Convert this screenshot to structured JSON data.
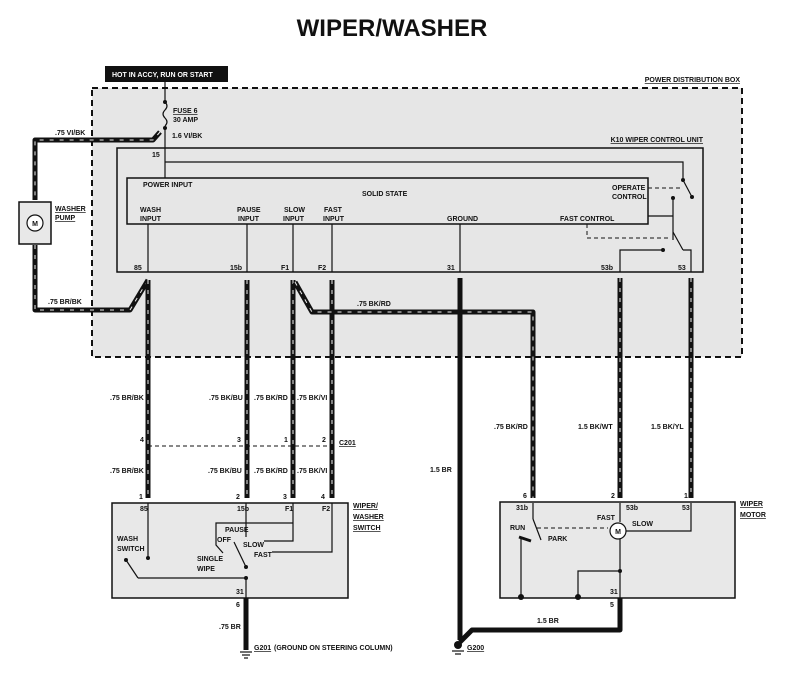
{
  "title": "WIPER/WASHER",
  "power_source": "HOT IN ACCY, RUN OR START",
  "power_distribution_box": {
    "label": "POWER DISTRIBUTION BOX",
    "fuse": {
      "name": "FUSE 6",
      "rating": "30 AMP",
      "wire": "1.6 VI/BK"
    },
    "control_unit": {
      "label": "K10 WIPER CONTROL UNIT",
      "solid_state": "SOLID STATE",
      "power_input": "POWER INPUT",
      "power_pin": "15",
      "inputs": [
        {
          "line1": "WASH",
          "line2": "INPUT",
          "pin": "85"
        },
        {
          "line1": "PAUSE",
          "line2": "INPUT",
          "pin": "15b"
        },
        {
          "line1": "SLOW",
          "line2": "INPUT",
          "pin": "F1"
        },
        {
          "line1": "FAST",
          "line2": "INPUT",
          "pin": "F2"
        }
      ],
      "ground": {
        "label": "GROUND",
        "pin": "31"
      },
      "fast_control": "FAST CONTROL",
      "operate_control": {
        "line1": "OPERATE",
        "line2": "CONTROL"
      },
      "output_pins": [
        "53b",
        "53"
      ]
    }
  },
  "washer_pump": {
    "line1": "WASHER",
    "line2": "PUMP",
    "symbol": "M",
    "wire_in": ".75 VI/BK",
    "wire_out": ".75 BR/BK"
  },
  "bk_rd_wire": ".75 BK/RD",
  "connector_c201": {
    "label": "C201",
    "upper_wires": [
      ".75 BR/BK",
      ".75 BK/BU",
      ".75 BK/RD",
      ".75 BK/VI"
    ],
    "lower_wires": [
      ".75 BR/BK",
      ".75 BK/BU",
      ".75 BK/RD",
      ".75 BK/VI"
    ],
    "pins": [
      "4",
      "3",
      "1",
      "2"
    ]
  },
  "wiper_washer_switch": {
    "label_lines": [
      "WIPER/",
      "WASHER",
      "SWITCH"
    ],
    "connector_pins": [
      "1",
      "2",
      "3",
      "4"
    ],
    "terminals": [
      "85",
      "15b",
      "F1",
      "F2"
    ],
    "wash_switch": [
      "WASH",
      "SWITCH"
    ],
    "positions": {
      "pause": "PAUSE",
      "off": "OFF",
      "slow": "SLOW",
      "fast": "FAST",
      "single": "SINGLE",
      "wipe": "WIPE"
    },
    "ground_terminal": "31",
    "ground_pin": "6",
    "ground_wire": ".75 BR",
    "ground_id": "G201",
    "ground_desc": "(GROUND ON STEERING COLUMN)"
  },
  "ground_wire_main": "1.5 BR",
  "motor_wires": [
    ".75 BK/RD",
    "1.5 BK/WT",
    "1.5 BK/YL"
  ],
  "wiper_motor": {
    "label_lines": [
      "WIPER",
      "MOTOR"
    ],
    "connector_pins": [
      "6",
      "2",
      "1"
    ],
    "terminals": [
      "31b",
      "53b",
      "53"
    ],
    "symbol": "M",
    "fast": "FAST",
    "slow": "SLOW",
    "run": "RUN",
    "park": "PARK",
    "ground_terminal": "31",
    "ground_pin": "5",
    "ground_wire": "1.5 BR",
    "ground_id": "G200"
  }
}
